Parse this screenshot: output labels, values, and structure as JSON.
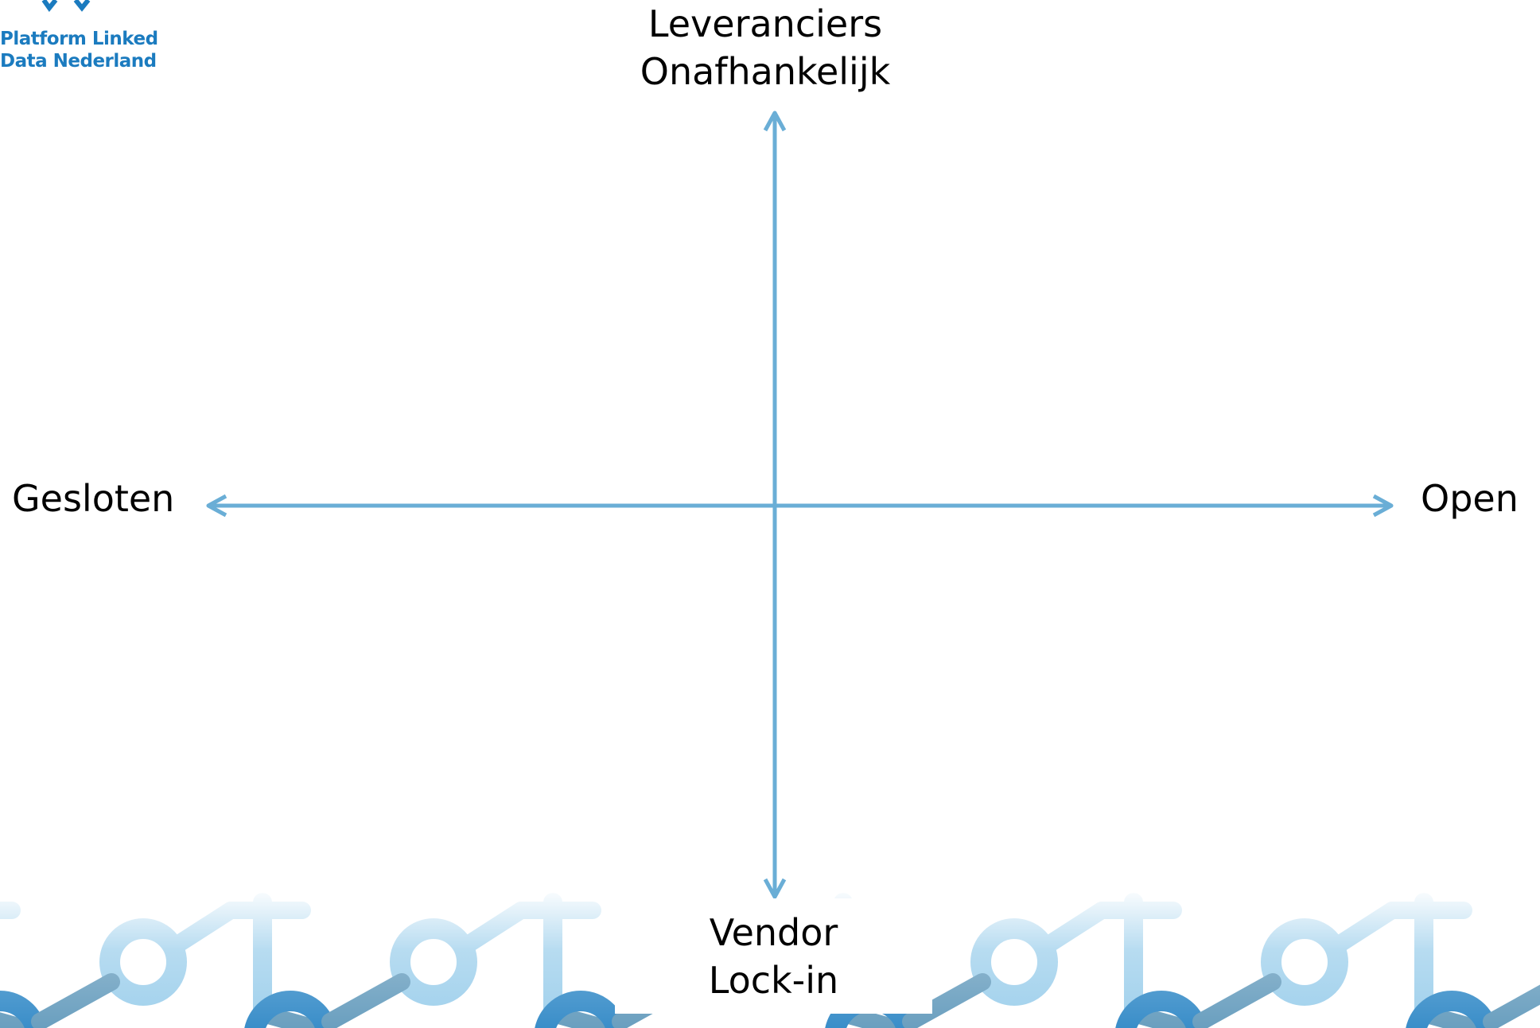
{
  "logo": {
    "line1": "Platform Linked",
    "line2": "Data Nederland",
    "brand_color": "#1b7bbf"
  },
  "diagram": {
    "axis_color": "#6aaed6",
    "top_label_line1": "Leveranciers",
    "top_label_line2": "Onafhankelijk",
    "left_label": "Gesloten",
    "right_label": "Open",
    "bottom_label_line1": "Vendor",
    "bottom_label_line2": "Lock-in"
  },
  "decoration": {
    "pattern_colors": [
      "#9fd0ec",
      "#6a9fbf",
      "#3a8ec9"
    ]
  }
}
